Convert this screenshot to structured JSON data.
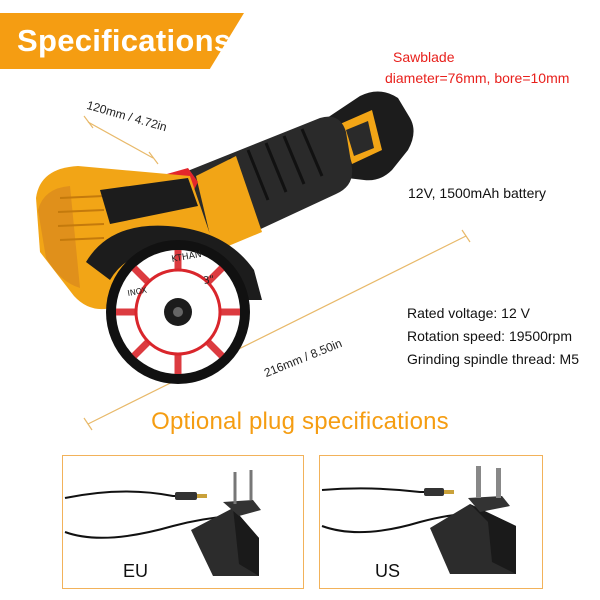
{
  "banner": {
    "title": "Specifications"
  },
  "sawblade": {
    "line1": "Sawblade",
    "line2": "diameter=76mm, bore=10mm"
  },
  "battery": {
    "text": "12V, 1500mAh battery"
  },
  "specs": [
    "Rated voltage: 12 V",
    "Rotation speed: 19500rpm",
    "Grinding spindle thread: M5"
  ],
  "dimensions": {
    "width": "120mm / 4.72in",
    "length": "216mm / 8.50in"
  },
  "blade_print": {
    "brand": "KTHAN",
    "size": "3\"",
    "material": "INOX"
  },
  "optional": {
    "title": "Optional plug specifications"
  },
  "plugs": {
    "eu": "EU",
    "us": "US"
  },
  "colors": {
    "accent": "#f59d12",
    "red_text": "#e8201c",
    "tool_body": "#f2a516",
    "tool_dark": "#1c1c1c",
    "switch": "#e3262c"
  }
}
